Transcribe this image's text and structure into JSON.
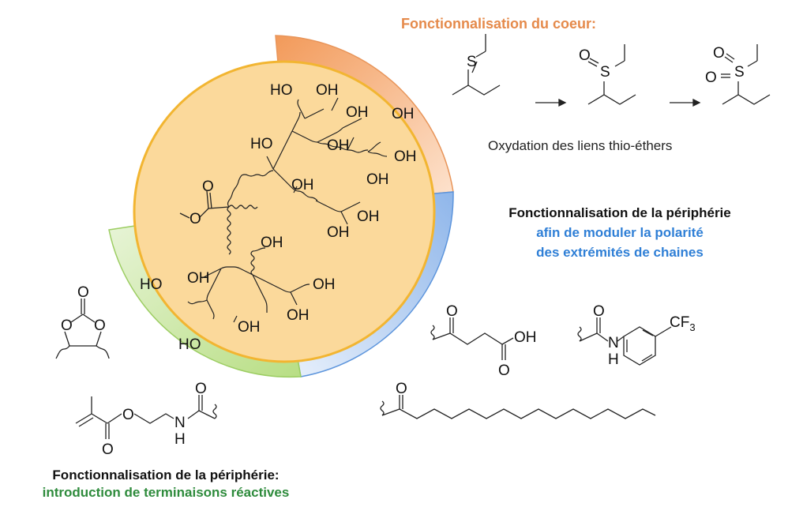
{
  "colors": {
    "orange": "#e58a4b",
    "blue": "#2f7fd6",
    "green": "#2e8b3c",
    "core_fill": "#fbd99b",
    "core_stroke": "#f2b531",
    "arc_orange": "#f7b07a",
    "arc_blue": "#9cc0ee",
    "arc_green": "#c6e49a"
  },
  "core_title": "Fonctionnalisation du coeur:",
  "core_caption": "Oxydation des liens thio-éthers",
  "periph1": {
    "line1": "Fonctionnalisation de la périphérie",
    "line2": "afin de moduler la polarité",
    "line3": "des extrémités de chaines"
  },
  "periph2": {
    "line1": "Fonctionnalisation de la périphérie:",
    "line2": "introduction de terminaisons réactives"
  },
  "atoms": {
    "S": "S",
    "O": "O",
    "N": "N",
    "H": "H",
    "OH": "OH",
    "HO": "HO",
    "CF3": "CF",
    "sub3": "3"
  }
}
